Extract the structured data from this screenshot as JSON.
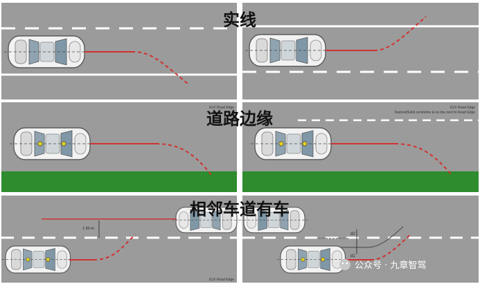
{
  "sections": [
    {
      "title": "实线"
    },
    {
      "title": "道路边缘",
      "panel_labels": {
        "left": "ELK Road Edge",
        "right_line1": "ELK Road Edge",
        "right_line2": "Dashed/Solid centreline & no line next to Road Edge"
      }
    },
    {
      "title": "相邻车道有车",
      "dims": {
        "gap": "1.50 m",
        "d1": "d1",
        "d2": "d2"
      },
      "footer_label": "ELK Road Edge"
    }
  ],
  "watermark": {
    "text": "公众号 · 九章智驾"
  },
  "colors": {
    "road": "#9b9b9b",
    "grass": "#2e8b2e",
    "path": "#d23030",
    "background": "#ffffff"
  }
}
